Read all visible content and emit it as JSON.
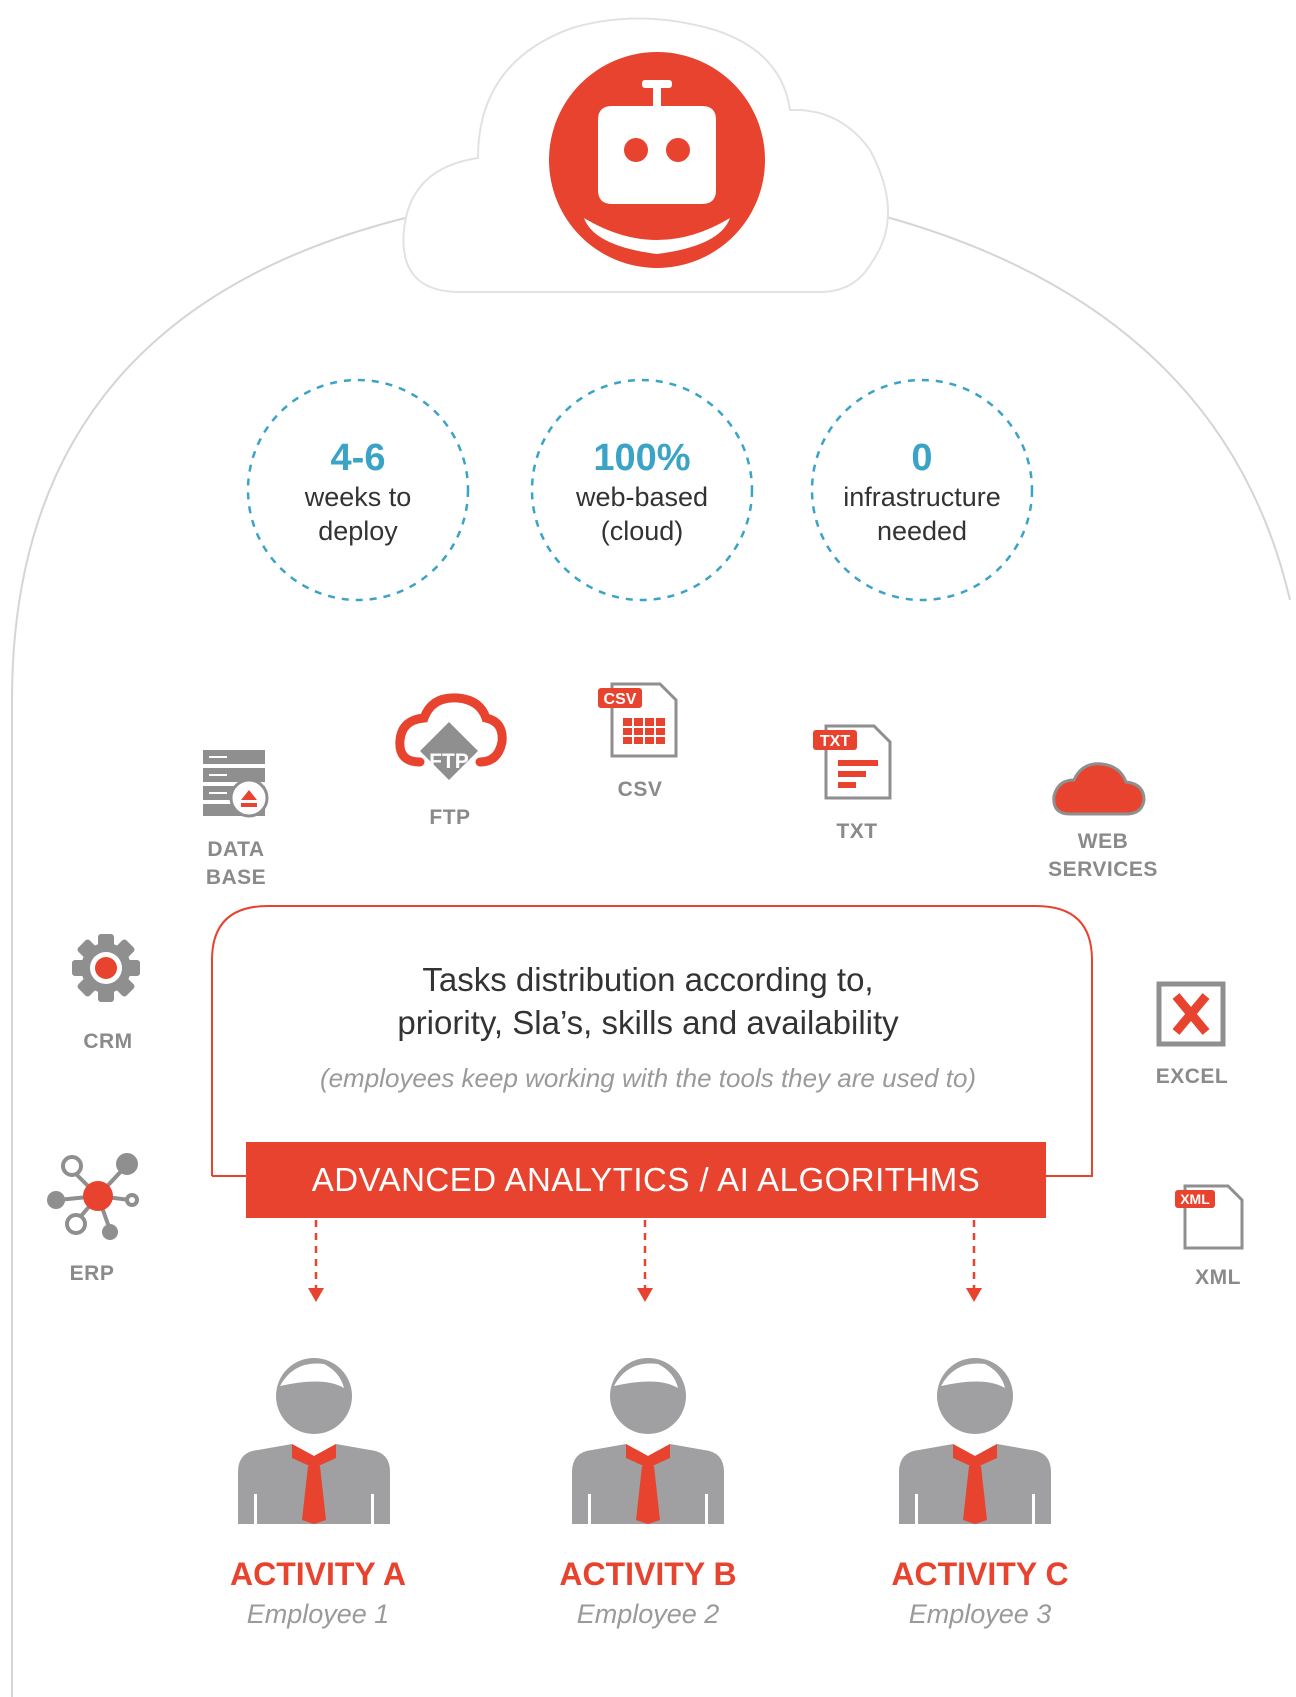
{
  "stats": [
    {
      "value": "4-6",
      "line1": "weeks to",
      "line2": "deploy"
    },
    {
      "value": "100%",
      "line1": "web-based",
      "line2": "(cloud)"
    },
    {
      "value": "0",
      "line1": "infrastructure",
      "line2": "needed"
    }
  ],
  "sources": {
    "database": {
      "line1": "DATA",
      "line2": "BASE",
      "icon": "database-icon"
    },
    "ftp": {
      "label": "FTP",
      "tag": "FTP",
      "icon": "ftp-cloud-icon"
    },
    "csv": {
      "label": "CSV",
      "tag": "CSV",
      "icon": "csv-file-icon"
    },
    "txt": {
      "label": "TXT",
      "tag": "TXT",
      "icon": "txt-file-icon"
    },
    "web_services": {
      "line1": "WEB",
      "line2": "SERVICES",
      "icon": "cloud-icon"
    },
    "crm": {
      "label": "CRM",
      "icon": "gear-icon"
    },
    "erp": {
      "label": "ERP",
      "icon": "network-icon"
    },
    "excel": {
      "label": "EXCEL",
      "icon": "excel-icon"
    },
    "xml": {
      "label": "XML",
      "tag": "XML",
      "icon": "xml-file-icon"
    }
  },
  "tasks": {
    "line1": "Tasks distribution according to,",
    "line2": "priority, Sla’s, skills and availability",
    "note": "(employees keep working  with the tools they are used to)"
  },
  "banner": "ADVANCED ANALYTICS / AI ALGORITHMS",
  "activities": [
    {
      "name": "ACTIVITY A",
      "employee": "Employee 1"
    },
    {
      "name": "ACTIVITY B",
      "employee": "Employee 2"
    },
    {
      "name": "ACTIVITY C",
      "employee": "Employee 3"
    }
  ],
  "colors": {
    "accent": "#e8432e",
    "stat_blue": "#3aa3c6",
    "icon_gray": "#8f8f8f"
  }
}
